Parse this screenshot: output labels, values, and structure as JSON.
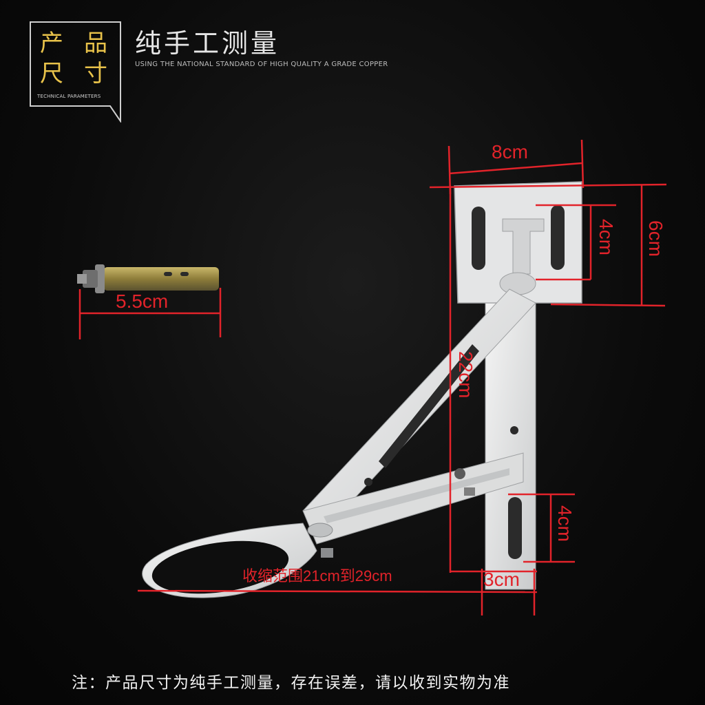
{
  "badge": {
    "chars": [
      "产",
      "品",
      "尺",
      "寸"
    ],
    "subtitle": "TECHNICAL PARAMETERS"
  },
  "header": {
    "title": "纯手工测量",
    "tagline": "USING THE NATIONAL STANDARD OF HIGH QUALITY A GRADE COPPER"
  },
  "dimensions": {
    "bolt_length": "5.5cm",
    "plate_width": "8cm",
    "plate_height": "6cm",
    "upper_slot": "4cm",
    "arm_length": "22cm",
    "lower_slot": "4cm",
    "range": "收缩范围21cm到29cm",
    "bottom_width": "3cm"
  },
  "footer": {
    "note": "注：产品尺寸为纯手工测量，存在误差，请以收到实物为准"
  },
  "colors": {
    "dimension_red": "#e2232a",
    "badge_gold": "#e8c24a",
    "background": "#0b0b0b",
    "bracket_white": "#e9eaea"
  }
}
